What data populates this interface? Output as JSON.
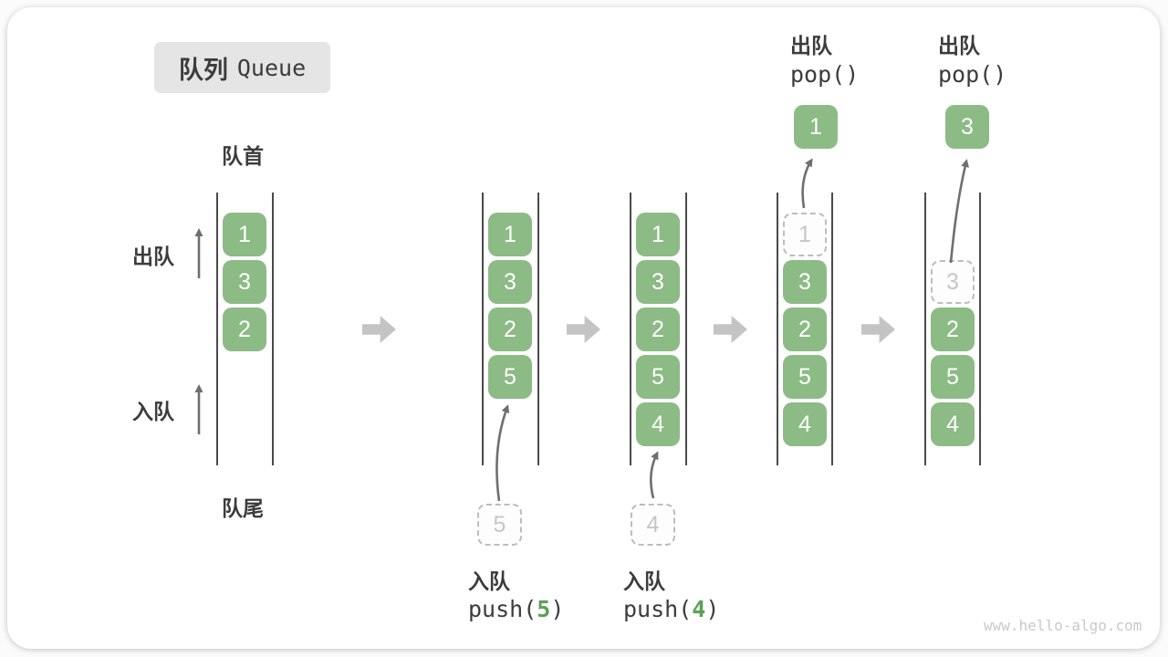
{
  "title": {
    "zh": "队列",
    "en": "Queue"
  },
  "side_labels": {
    "front": "队首",
    "rear": "队尾",
    "dequeue": "出队",
    "enqueue": "入队"
  },
  "states": [
    {
      "solid": [
        "1",
        "3",
        "2"
      ]
    },
    {
      "solid": [
        "1",
        "3",
        "2",
        "5"
      ],
      "staged": "5"
    },
    {
      "solid": [
        "1",
        "3",
        "2",
        "5",
        "4"
      ],
      "staged": "4"
    },
    {
      "ghost": "1",
      "solid": [
        "3",
        "2",
        "5",
        "4"
      ],
      "popped": "1"
    },
    {
      "ghost": "3",
      "solid": [
        "2",
        "5",
        "4"
      ],
      "popped": "3"
    }
  ],
  "ops": {
    "push5": {
      "label": "入队",
      "pre": "push(",
      "arg": "5",
      "post": ")"
    },
    "push4": {
      "label": "入队",
      "pre": "push(",
      "arg": "4",
      "post": ")"
    },
    "pop1": {
      "label": "出队",
      "code": "pop()"
    },
    "pop2": {
      "label": "出队",
      "code": "pop()"
    }
  },
  "watermark": "www.hello-algo.com",
  "colors": {
    "block_green": "#8cbb85",
    "accent_green": "#5ba05a",
    "ghost_border": "#bdbdbd",
    "ghost_text": "#c6c6c6",
    "arrow_gray": "#c4c4c4",
    "curve_arrow": "#6f6f6f",
    "label_dark": "#3c3c3c",
    "title_bg": "#e5e5e5",
    "watermark": "#c9c9c9"
  }
}
